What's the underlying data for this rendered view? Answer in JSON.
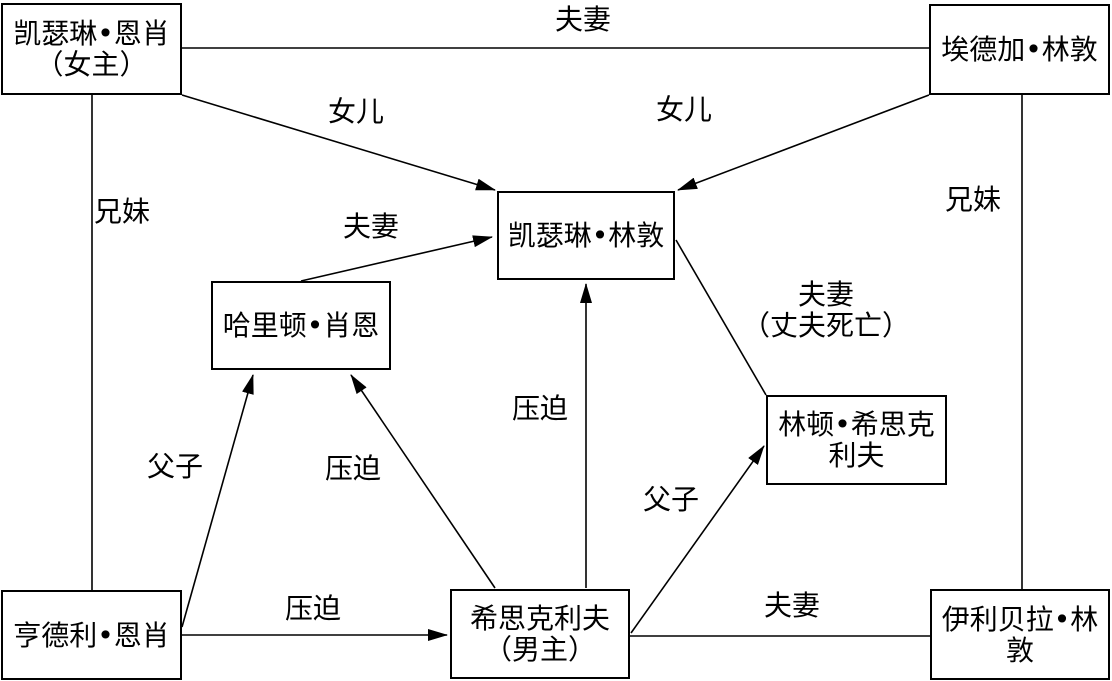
{
  "diagram": {
    "description_colors": {
      "line": "#000000",
      "background": "#ffffff",
      "text": "#000000"
    },
    "nodes": {
      "catherine_earnshaw": {
        "line1": "凯瑟琳•恩肖",
        "line2": "（女主）"
      },
      "edgar_linton": {
        "line1": "埃德加•林敦"
      },
      "catherine_linton": {
        "line1": "凯瑟琳•林敦"
      },
      "hareton": {
        "line1": "哈里顿•肖恩"
      },
      "linton_heathcliff": {
        "line1": "林顿•希思克",
        "line2": "利夫"
      },
      "hindley_earnshaw": {
        "line1": "亨德利•恩肖"
      },
      "heathcliff": {
        "line1": "希思克利夫",
        "line2": "（男主）"
      },
      "isabella_linton": {
        "line1": "伊利贝拉•林",
        "line2": "敦"
      }
    },
    "edge_labels": {
      "spouses_top": "夫妻",
      "daughter_left": "女儿",
      "daughter_right": "女儿",
      "siblings_left": "兄妹",
      "siblings_right": "兄妹",
      "spouses_hareton": "夫妻",
      "spouses_widow_line1": "夫妻",
      "spouses_widow_line2": "（丈夫死亡）",
      "oppression_center": "压迫",
      "father_son_left": "父子",
      "oppression_mid": "压迫",
      "oppression_bottom": "压迫",
      "father_son_right": "父子",
      "spouses_bottom": "夫妻"
    }
  }
}
